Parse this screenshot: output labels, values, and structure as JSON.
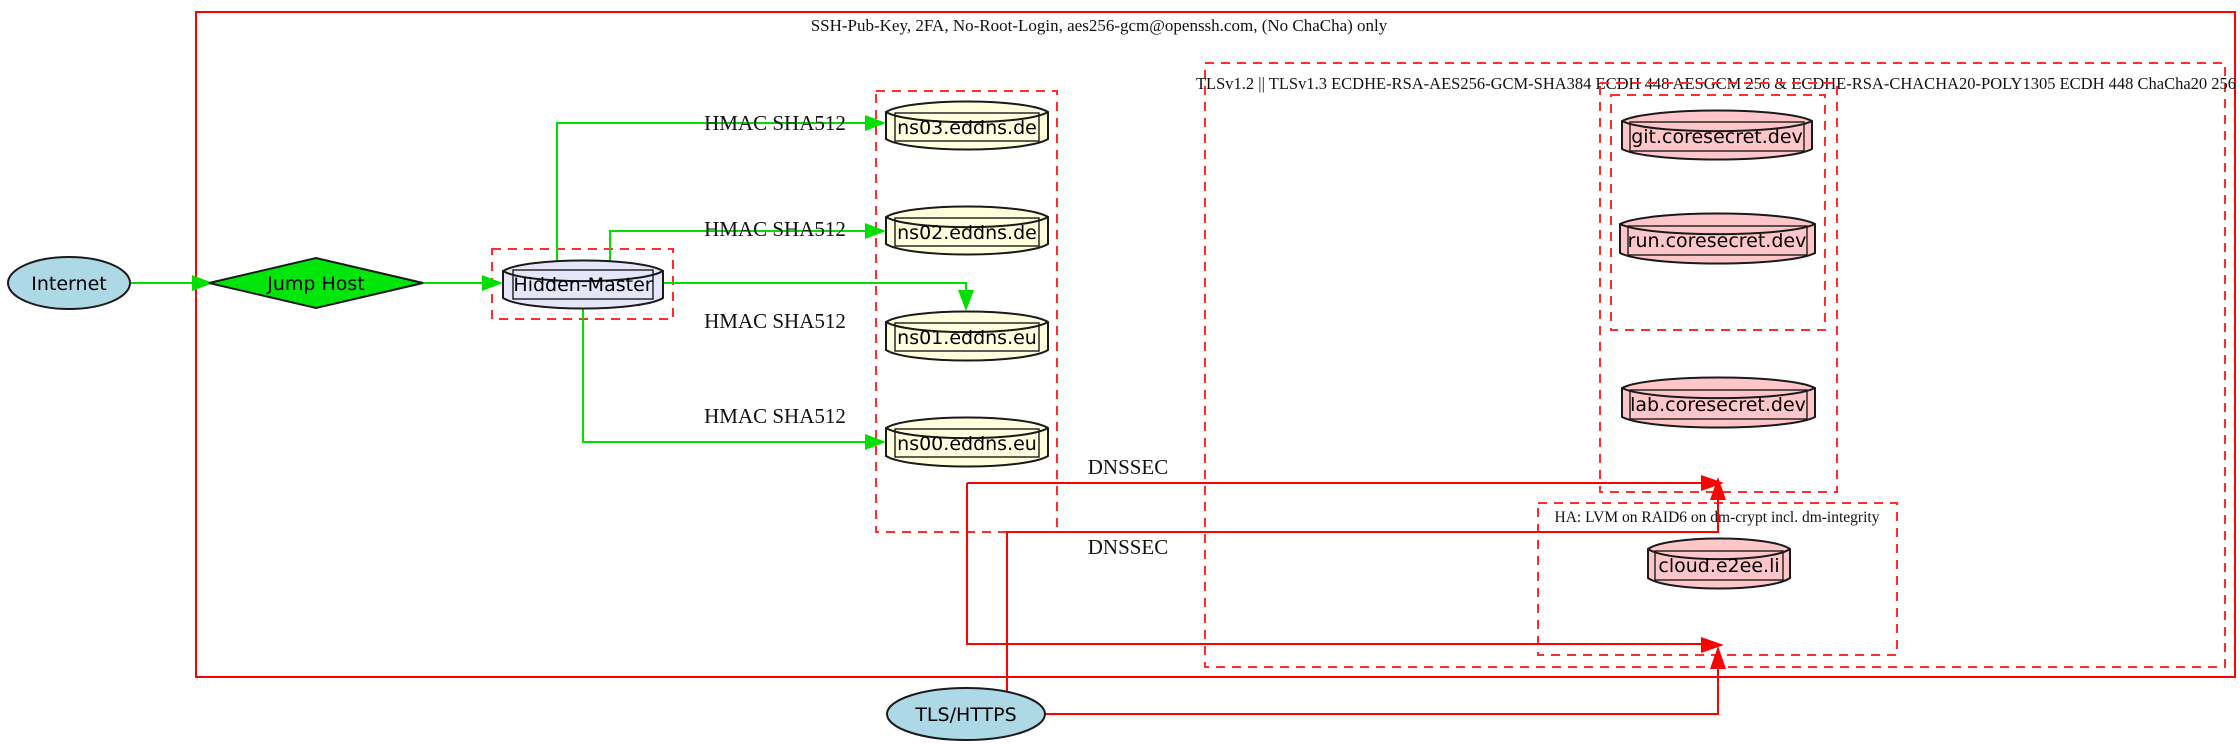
{
  "diagram": {
    "clusters": {
      "ssh": {
        "title": "SSH-Pub-Key, 2FA, No-Root-Login, aes256-gcm@openssh.com, (No ChaCha) only"
      },
      "tls": {
        "title": "TLSv1.2 || TLSv1.3 ECDHE-RSA-AES256-GCM-SHA384 ECDH 448 AESGCM 256 & ECDHE-RSA-CHACHA20-POLY1305 ECDH 448 ChaCha20 256"
      },
      "ha": {
        "title": "HA: LVM on RAID6 on dm-crypt incl. dm-integrity"
      }
    },
    "nodes": {
      "internet": {
        "label": "Internet"
      },
      "jump_host": {
        "label": "Jump Host"
      },
      "hidden_master": {
        "label": "Hidden-Master"
      },
      "ns03": {
        "label": "ns03.eddns.de"
      },
      "ns02": {
        "label": "ns02.eddns.de"
      },
      "ns01": {
        "label": "ns01.eddns.eu"
      },
      "ns00": {
        "label": "ns00.eddns.eu"
      },
      "git": {
        "label": "git.coresecret.dev"
      },
      "run": {
        "label": "run.coresecret.dev"
      },
      "lab": {
        "label": "lab.coresecret.dev"
      },
      "cloud": {
        "label": "cloud.e2ee.li"
      },
      "tls_https": {
        "label": "TLS/HTTPS"
      }
    },
    "edge_labels": {
      "hmac_ns03": "HMAC SHA512",
      "hmac_ns02": "HMAC SHA512",
      "hmac_ns01": "HMAC SHA512",
      "hmac_ns00": "HMAC SHA512",
      "dnssec_top": "DNSSEC",
      "dnssec_bottom": "DNSSEC"
    },
    "colors": {
      "green": "#00E000",
      "jump_fill": "#00E60A",
      "red": "#FF0000",
      "dashed_red": "#FF2D2D",
      "lightblue": "#ADD8E6",
      "lavender": "#E6E6FA",
      "lightyellow": "#FFFFDE",
      "pink": "#FFC6CA"
    }
  }
}
